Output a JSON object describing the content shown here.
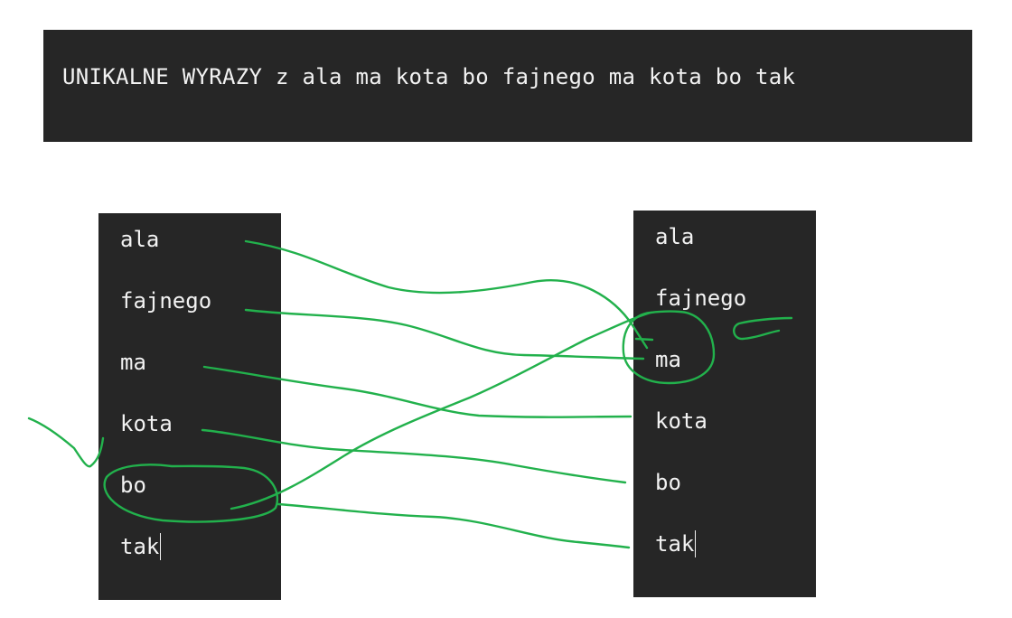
{
  "header": {
    "text": "UNIKALNE WYRAZY z ala ma kota bo fajnego ma kota bo tak"
  },
  "left_list": {
    "words": [
      "ala",
      "fajnego",
      "ma",
      "kota",
      "bo",
      "tak"
    ]
  },
  "right_list": {
    "words": [
      "ala",
      "fajnego",
      "ma",
      "kota",
      "bo",
      "tak"
    ]
  },
  "annotation": {
    "stroke_color": "#22b14c"
  }
}
